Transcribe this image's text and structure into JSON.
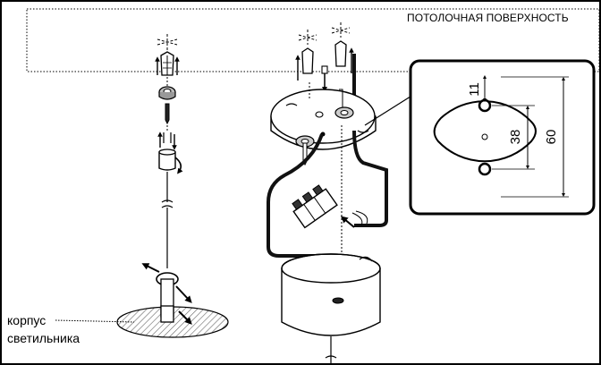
{
  "ceiling_label": "ПОТОЛОЧНАЯ ПОВЕРХНОСТЬ",
  "luminaire_body_label": [
    "корпус",
    "светильника"
  ],
  "dimensions": {
    "hole_offset": "11",
    "hole_spacing": "38",
    "plate_diameter": "60"
  }
}
